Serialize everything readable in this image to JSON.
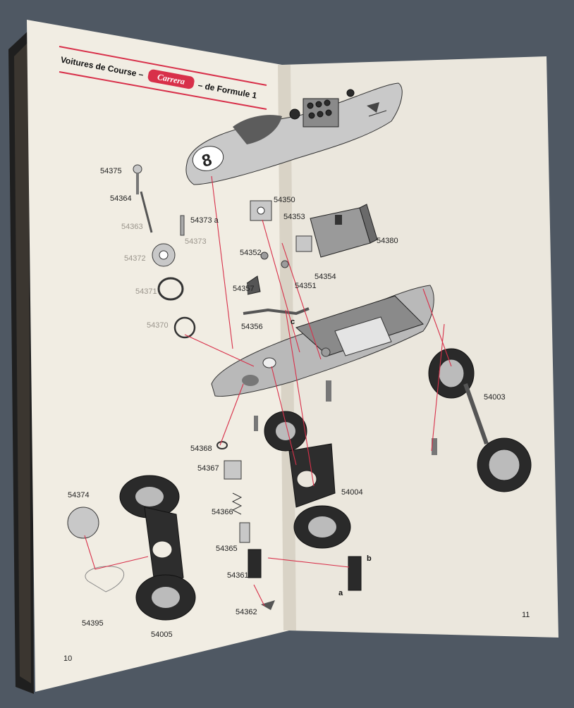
{
  "header": {
    "title_left": "Voitures de Course –",
    "brand_logo": "Carrera",
    "title_right": "– de Formule 1"
  },
  "pages": {
    "left_number": "10",
    "right_number": "11"
  },
  "parts": {
    "p54375": "54375",
    "p54364": "54364",
    "p54363": "54363",
    "p54373a": "54373 a",
    "p54373": "54373",
    "p54372": "54372",
    "p54371": "54371",
    "p54370": "54370",
    "p54350": "54350",
    "p54353": "54353",
    "p54380": "54380",
    "p54352": "54352",
    "p54354": "54354",
    "p54351": "54351",
    "p54357": "54357",
    "p54356": "54356",
    "p54003": "54003",
    "p54368": "54368",
    "p54367": "54367",
    "p54004": "54004",
    "p54374": "54374",
    "p54366": "54366",
    "p54365": "54365",
    "p54361": "54361",
    "p54395": "54395",
    "p54362": "54362",
    "p54005": "54005"
  },
  "callouts": {
    "a": "a",
    "b": "b",
    "c": "c"
  },
  "car_number": "8",
  "colors": {
    "background": "#4f5863",
    "page": "#f1ede3",
    "accent_red": "#d8304a",
    "ink": "#222222"
  }
}
